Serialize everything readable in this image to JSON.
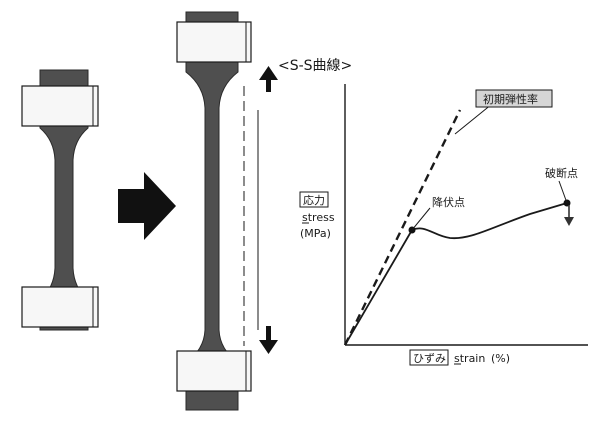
{
  "title": "<S-S曲線>",
  "labels": {
    "initial_modulus": "初期弾性率",
    "fracture_point": "破断点",
    "yield_point": "降伏点",
    "stress_jp": "応力",
    "stress_en": "stress",
    "stress_unit": "(MPa)",
    "strain_jp": "ひずみ",
    "strain_en": "strain",
    "strain_unit": "(%)"
  },
  "colors": {
    "specimen": "#4f4f4f",
    "specimen_edge": "#2a2a2a",
    "clamp_fill": "#f7f7f7",
    "ink": "#1a1a1a",
    "label_box": "#d6d6d6"
  },
  "icons": {
    "big_arrow": "arrow-right-icon",
    "tension_up": "arrow-up-icon",
    "tension_down": "arrow-down-icon",
    "fracture_arrow": "arrow-down-icon"
  }
}
